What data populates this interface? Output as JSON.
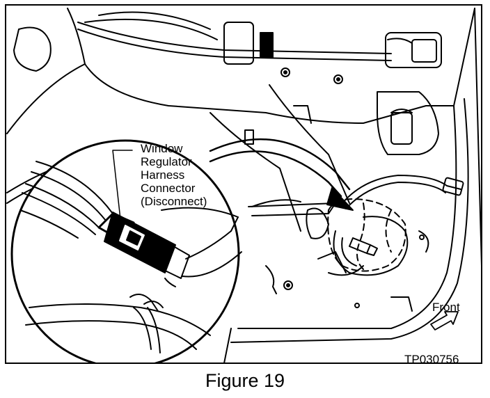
{
  "figure": {
    "callout_lines": [
      "Window",
      "Regulator",
      "Harness",
      "Connector",
      "(Disconnect)"
    ],
    "front_label": "Front",
    "part_number": "TP030756",
    "caption": "Figure 19"
  },
  "colors": {
    "ink": "#000000",
    "paper": "#ffffff"
  }
}
